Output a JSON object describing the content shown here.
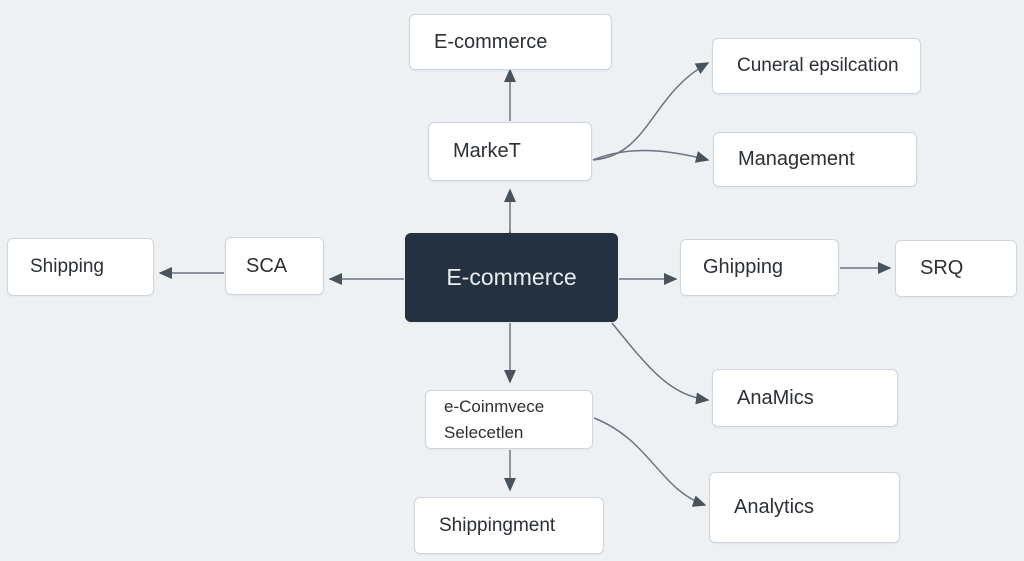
{
  "nodes": {
    "center": "E-commerce",
    "top": "E-commerce",
    "market": "MarkeT",
    "cuneral": "Cuneral epsilcation",
    "management": "Management",
    "shipping_left": "Shipping",
    "sca": "SCA",
    "ghipping": "Ghipping",
    "srq": "SRQ",
    "selection_line1": "e-Coinmvece",
    "selection_line2": "Selecetlen",
    "analytics_top": "AnaMics",
    "shippingment": "Shippingment",
    "analytics_bottom": "Analytics"
  },
  "colors": {
    "background": "#eef1f4",
    "center_node": "#243140",
    "edge": "#6b7480"
  }
}
